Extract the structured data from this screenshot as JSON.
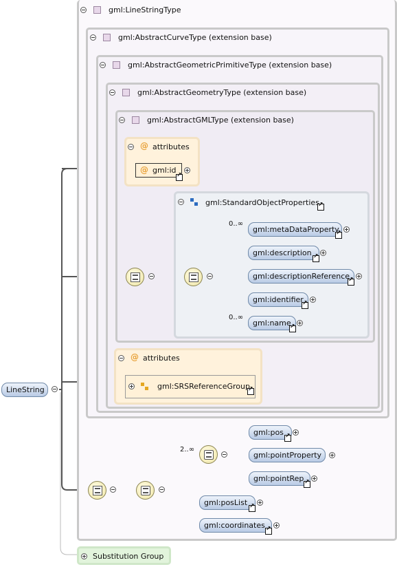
{
  "root_element": "LineString",
  "types": {
    "linestring": "gml:LineStringType",
    "abstract_curve": "gml:AbstractCurveType (extension base)",
    "abstract_geometric_primitive": "gml:AbstractGeometricPrimitiveType (extension base)",
    "abstract_geometry": "gml:AbstractGeometryType (extension base)",
    "abstract_gml": "gml:AbstractGMLType (extension base)"
  },
  "attributes_label": "attributes",
  "attribute_gml_id": "gml:id",
  "standard_object_properties": "gml:StandardObjectProperties",
  "occurrence_0_inf": "0..∞",
  "occurrence_2_inf": "2..∞",
  "sop_elements": [
    "gml:metaDataProperty",
    "gml:description",
    "gml:descriptionReference",
    "gml:identifier",
    "gml:name"
  ],
  "srs_reference_group": "gml:SRSReferenceGroup",
  "choice_elements": [
    "gml:pos",
    "gml:pointProperty",
    "gml:pointRep"
  ],
  "pos_list": "gml:posList",
  "coordinates": "gml:coordinates",
  "substitution_group": "Substitution Group",
  "colors": {
    "element_fill": "#b9cbe5",
    "attribute_fill": "#fff2dc",
    "frame_border": "#c9c9c9",
    "substitution_fill": "#e2f4dc"
  }
}
